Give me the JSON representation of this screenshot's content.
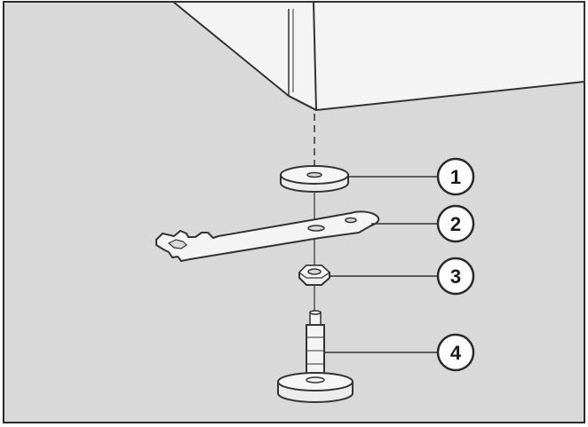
{
  "diagram": {
    "background_color": "#d9d9d9",
    "frame_color": "#2a2a2a",
    "part_fill": "#f4f4f4",
    "line_color": "#333333",
    "callouts": [
      {
        "label": "1",
        "part": "washer"
      },
      {
        "label": "2",
        "part": "wrench"
      },
      {
        "label": "3",
        "part": "nut"
      },
      {
        "label": "4",
        "part": "adjustable-foot"
      }
    ]
  }
}
